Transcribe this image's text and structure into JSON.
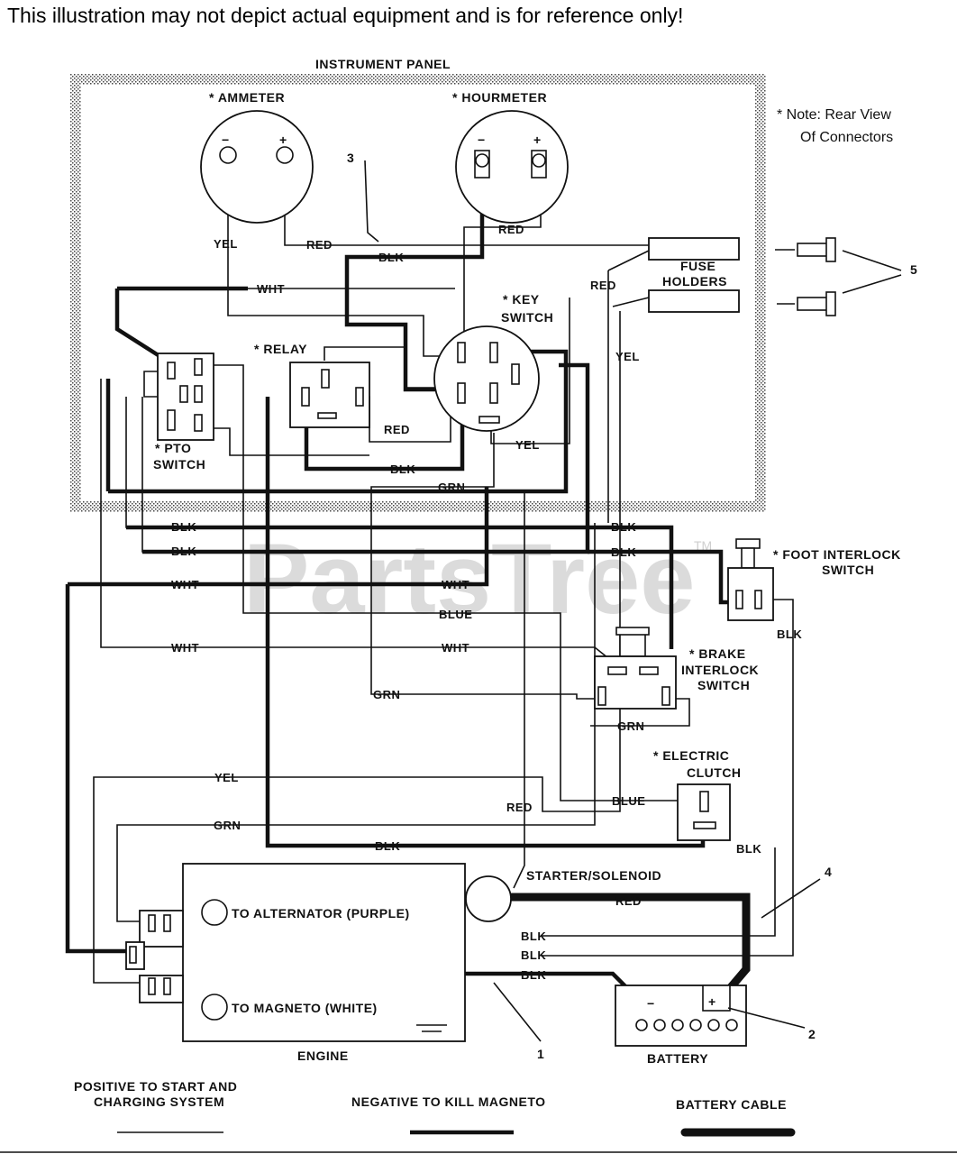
{
  "disclaimer": "This illustration may not depict actual equipment and is for reference only!",
  "watermark": "PartsTree",
  "watermark_tm": "TM",
  "panel": {
    "title": "INSTRUMENT PANEL",
    "note_line1": "* Note:  Rear View",
    "note_line2": "Of Connectors"
  },
  "components": {
    "ammeter": "* AMMETER",
    "hourmeter": "* HOURMETER",
    "fuse_holders_1": "FUSE",
    "fuse_holders_2": "HOLDERS",
    "key_switch_1": "* KEY",
    "key_switch_2": "SWITCH",
    "relay": "* RELAY",
    "pto_switch_1": "* PTO",
    "pto_switch_2": "SWITCH",
    "foot_interlock_1": "* FOOT INTERLOCK",
    "foot_interlock_2": "SWITCH",
    "brake_interlock_1": "* BRAKE",
    "brake_interlock_2": "INTERLOCK",
    "brake_interlock_3": "SWITCH",
    "electric_clutch_1": "* ELECTRIC",
    "electric_clutch_2": "CLUTCH",
    "starter_solenoid": "STARTER/SOLENOID",
    "to_alternator": "TO ALTERNATOR (PURPLE)",
    "to_magneto": "TO MAGNETO (WHITE)",
    "engine": "ENGINE",
    "battery": "BATTERY",
    "minus": "−",
    "plus": "+"
  },
  "callouts": [
    "1",
    "2",
    "3",
    "4",
    "5"
  ],
  "wires": {
    "red": "RED",
    "blk": "BLK",
    "yel": "YEL",
    "wht": "WHT",
    "grn": "GRN",
    "blue": "BLUE"
  },
  "legend": {
    "positive_1": "POSITIVE TO START AND",
    "positive_2": "CHARGING SYSTEM",
    "negative": "NEGATIVE TO KILL MAGNETO",
    "battery_cable": "BATTERY CABLE"
  }
}
